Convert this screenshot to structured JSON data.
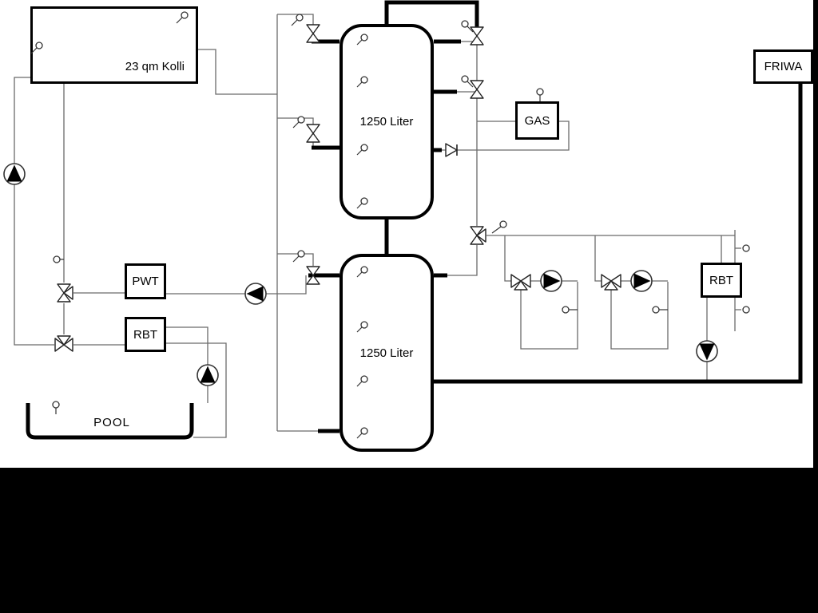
{
  "diagram": {
    "collector": {
      "label": "23 qm Kolli"
    },
    "buffer_tank_top": {
      "label": "1250 Liter"
    },
    "buffer_tank_bottom": {
      "label": "1250 Liter"
    },
    "pwt_box": {
      "label": "PWT"
    },
    "rbt_left_box": {
      "label": "RBT"
    },
    "rbt_right_box": {
      "label": "RBT"
    },
    "gas_box": {
      "label": "GAS"
    },
    "friwa_box": {
      "label": "FRIWA"
    },
    "pool": {
      "label": "POOL"
    }
  },
  "colors": {
    "background": "#ffffff",
    "letterbox": "#000000",
    "pipe_thick": "#000000",
    "pipe_thin": "#6b6b6b",
    "symbol_stroke": "#333333",
    "pump_triangle": "#000000"
  }
}
